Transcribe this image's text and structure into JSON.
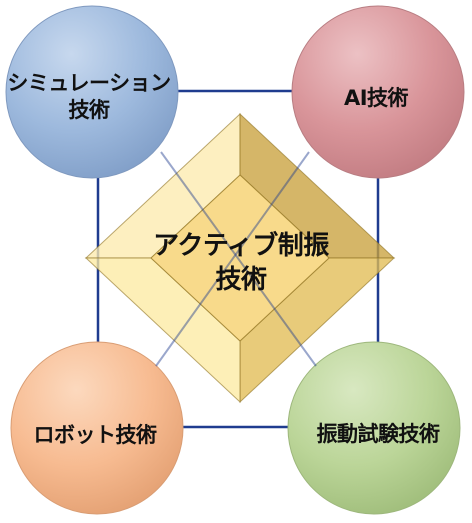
{
  "center": {
    "lines": [
      "アクティブ制振",
      "技術"
    ]
  },
  "nodes": [
    {
      "id": "tl",
      "lines": [
        "シミュレーション",
        "技術"
      ],
      "color": "#9DB9DD"
    },
    {
      "id": "tr",
      "lines": [
        "AI技術"
      ],
      "color": "#D9959A"
    },
    {
      "id": "bl",
      "lines": [
        "ロボット技術"
      ],
      "color": "#F7BB91"
    },
    {
      "id": "br",
      "lines": [
        "振動試験技術"
      ],
      "color": "#BBD598"
    }
  ],
  "colors": {
    "connector": "#1F3C8F",
    "diamond_light": "#FDE99D",
    "diamond_mid": "#F6D26A",
    "diamond_dark": "#CCA339"
  }
}
